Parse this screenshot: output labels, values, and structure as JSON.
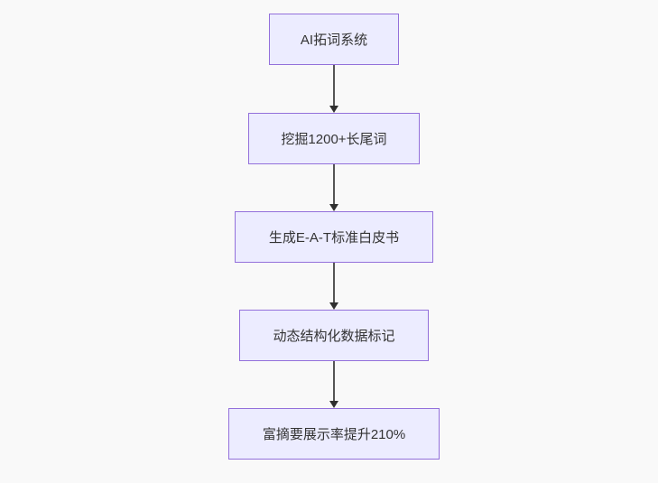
{
  "diagram": {
    "type": "flowchart",
    "direction": "top-down",
    "nodes": [
      {
        "id": "A",
        "label": "AI拓词系统"
      },
      {
        "id": "B",
        "label": "挖掘1200+长尾词"
      },
      {
        "id": "C",
        "label": "生成E-A-T标准白皮书"
      },
      {
        "id": "D",
        "label": "动态结构化数据标记"
      },
      {
        "id": "E",
        "label": "富摘要展示率提升210%"
      }
    ],
    "edges": [
      {
        "from": "A",
        "to": "B"
      },
      {
        "from": "B",
        "to": "C"
      },
      {
        "from": "C",
        "to": "D"
      },
      {
        "from": "D",
        "to": "E"
      }
    ],
    "colors": {
      "node_fill": "#ECECFF",
      "node_border": "#9370DB",
      "node_text": "#333333",
      "arrow_line": "#555555",
      "arrow_head": "#2f2f2f",
      "background": "#f9f9f9"
    }
  }
}
